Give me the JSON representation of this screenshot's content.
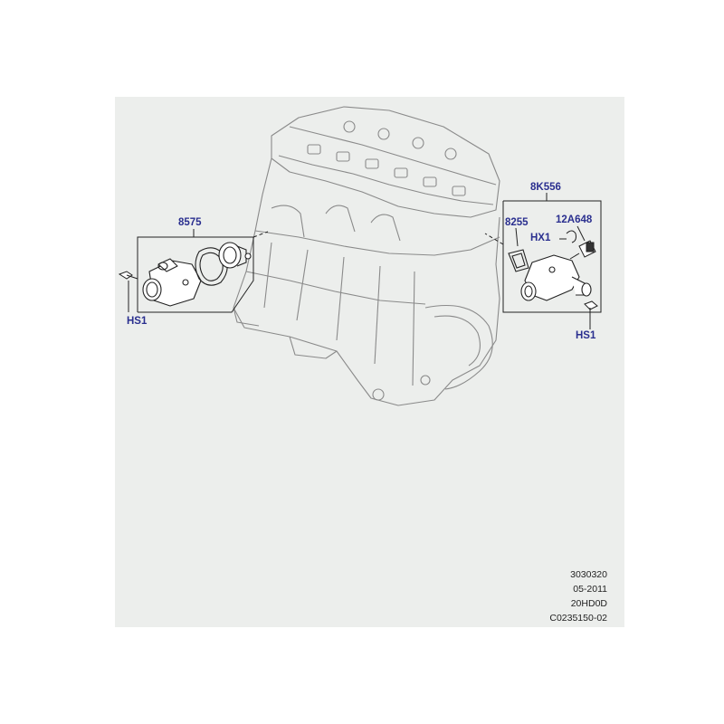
{
  "callouts": {
    "thermostat_kit": "8575",
    "outlet_assembly": "8K556",
    "gasket": "8255",
    "sensor": "12A648",
    "clip": "HX1",
    "bolt_left": "HS1",
    "bolt_right": "HS1"
  },
  "footer": {
    "line1": "3030320",
    "line2": "05-2011",
    "line3": "20HD0D",
    "line4": "C0235150-02"
  },
  "colors": {
    "callout": "#2a2f8f",
    "panel": "#eceeec",
    "line_art": "#6b6b6b"
  }
}
